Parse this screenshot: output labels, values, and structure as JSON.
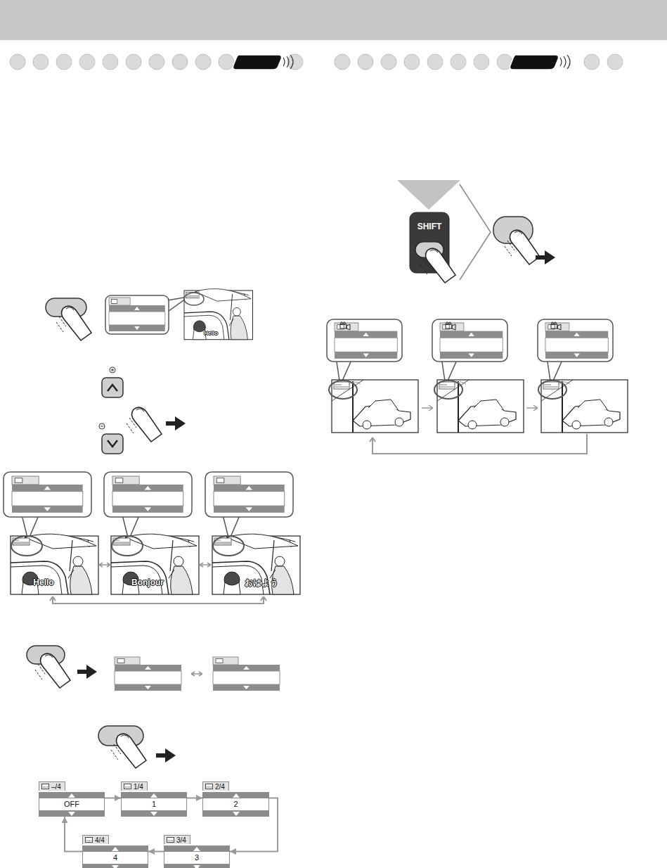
{
  "diagram": {
    "nodes": [
      {
        "text": [
          "–/4",
          "OFF"
        ]
      },
      {
        "text": [
          "1/4",
          "1"
        ]
      },
      {
        "text": [
          "2/4",
          "2"
        ]
      },
      {
        "text": [
          "4/4",
          "4"
        ]
      },
      {
        "text": [
          "3/4",
          "3"
        ]
      }
    ],
    "edges": [
      {
        "from": 0,
        "to": 1,
        "arrow": "to"
      },
      {
        "from": 1,
        "to": 2,
        "arrow": "to"
      },
      {
        "from": 2,
        "to": 4,
        "arrow": "to"
      },
      {
        "from": 4,
        "to": 3,
        "arrow": "to"
      },
      {
        "from": 3,
        "to": 0,
        "arrow": "to"
      }
    ],
    "labels": [
      "Hello",
      "Hello",
      "Bonjour",
      "おはよう",
      "SHIFT"
    ]
  }
}
